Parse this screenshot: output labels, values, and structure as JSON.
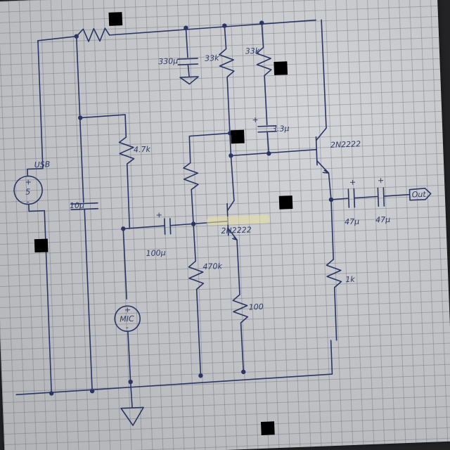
{
  "labels": {
    "usb": "USB",
    "usb_plus": "+",
    "usb_v": "5",
    "usb_minus": "-",
    "c_330": "330μ",
    "r_33k_a": "33k",
    "r_33k_b": "33k",
    "c_33": "3.3μ",
    "c_33_plus": "+",
    "q2": "2N2222",
    "r_47k": "4.7k",
    "c_10": "10μ",
    "c_100": "100μ",
    "c_100_plus": "+",
    "q1": "2N2222",
    "r_470k": "470k",
    "r_100": "100",
    "mic": "MIC",
    "mic_plus": "+",
    "mic_minus": "-",
    "c_47a": "47μ",
    "c_47b": "47μ",
    "c_47a_plus": "+",
    "c_47b_plus": "+",
    "r_1k": "1k",
    "out": "Out"
  },
  "colors": {
    "ink": "#2a3566",
    "paper": "#c9cbcf",
    "grid": "#6a7080"
  }
}
